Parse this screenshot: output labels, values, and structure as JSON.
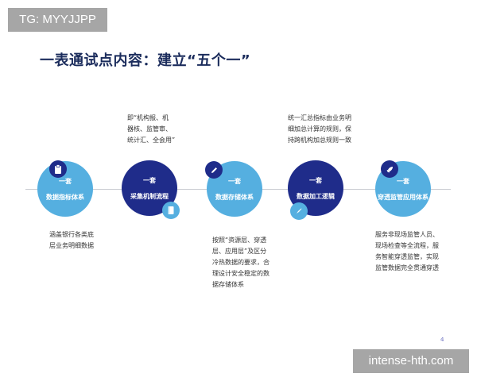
{
  "watermarks": {
    "top": "TG: MYYJJPP",
    "bottom": "intense-hth.com"
  },
  "title": "一表通试点内容：建立“五个一”",
  "nodes": [
    {
      "line1": "一套",
      "line2": "数据指标体系",
      "icon": "clipboard-icon",
      "desc_lines": [
        "涵盖银行各类底",
        "层业务明细数据"
      ]
    },
    {
      "line1": "一套",
      "line2": "采集机制流程",
      "icon": "book-icon",
      "desc_lines": [
        "即“机构报、机",
        "器核、监管审、",
        "统计汇、全会用”"
      ]
    },
    {
      "line1": "一套",
      "line2": "数据存储体系",
      "icon": "pencil-icon",
      "desc_lines": [
        "按照“资源层、穿透",
        "层、应用层”及区分",
        "冷热数据的要求，合",
        "理设计安全稳定的数",
        "据存储体系"
      ]
    },
    {
      "line1": "一套",
      "line2": "数据加工逻辑",
      "icon": "brush-icon",
      "desc_lines": [
        "统一汇总指标由业务明",
        "细加总计算的规则，保",
        "持跨机构加总规则一致"
      ]
    },
    {
      "line1": "一套",
      "line2": "穿透监管应用体系",
      "icon": "rocket-icon",
      "desc_lines": [
        "服务非现场监管人员、",
        "现场检查等全流程，服",
        "务智能穿透监管，实现",
        "监管数据完全贯通穿透"
      ]
    }
  ],
  "page_number": "4",
  "colors": {
    "light_blue": "#55afe0",
    "dark_blue": "#1f2c8a",
    "title": "#1b2c5c"
  }
}
